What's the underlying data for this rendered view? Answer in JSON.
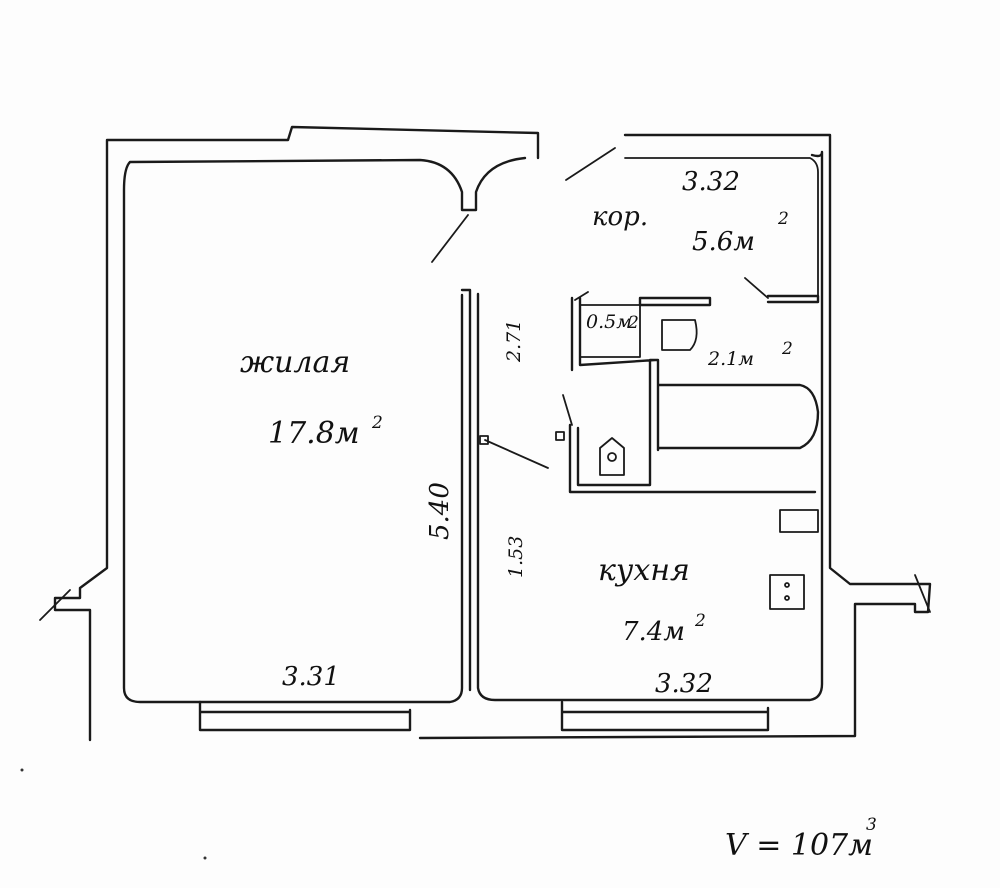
{
  "rooms": {
    "living": {
      "name": "жилая",
      "area": "17.8м",
      "area_sup": "2",
      "width_bottom": "3.31"
    },
    "corridor": {
      "name": "кор.",
      "area": "5.6м",
      "area_sup": "2",
      "width_top": "3.32"
    },
    "toilet": {
      "area": "0.5м",
      "area_sup": "2"
    },
    "bathroom": {
      "area": "2.1м",
      "area_sup": "2"
    },
    "kitchen": {
      "name": "кухня",
      "area": "7.4м",
      "area_sup": "2",
      "width_bottom": "3.32"
    }
  },
  "dimensions": {
    "length_total": "5.40",
    "length_upper": "2.71",
    "length_lower": "1.53"
  },
  "volume": {
    "label": "V = 107м",
    "sup": "3"
  }
}
